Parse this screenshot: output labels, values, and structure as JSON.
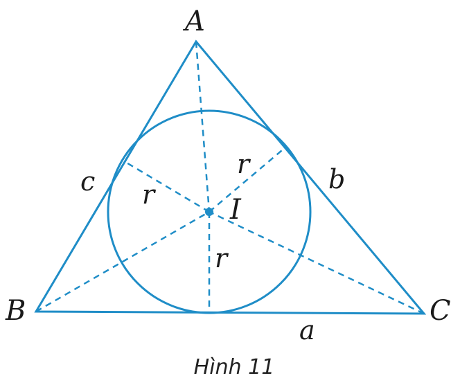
{
  "figure": {
    "vertices": {
      "A": "A",
      "B": "B",
      "C": "C"
    },
    "center": "I",
    "sides": {
      "a": "a",
      "b": "b",
      "c": "c"
    },
    "radius_labels": [
      "r",
      "r",
      "r"
    ],
    "caption": "Hình 11"
  },
  "style": {
    "line_color": "#1f8dc7",
    "text_color": "#1a1a1a"
  }
}
